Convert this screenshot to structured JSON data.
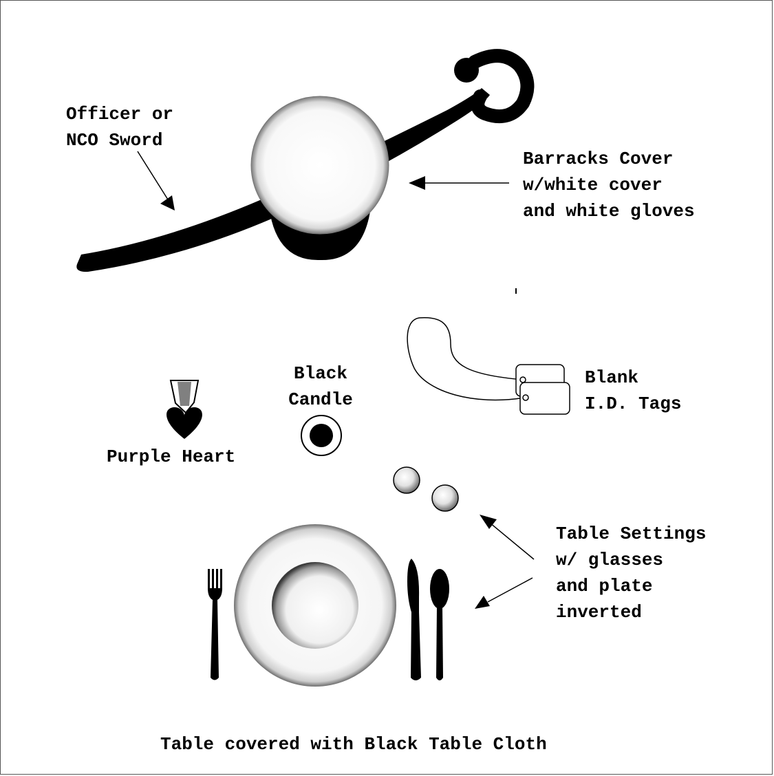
{
  "labels": {
    "sword_line1": "Officer or",
    "sword_line2": "NCO Sword",
    "cover_line1": "Barracks Cover",
    "cover_line2": "w/white cover",
    "cover_line3": "and white gloves",
    "candle_line1": "Black",
    "candle_line2": "Candle",
    "tags_line1": "Blank",
    "tags_line2": "I.D. Tags",
    "heart": "Purple Heart",
    "settings_line1": "Table Settings",
    "settings_line2": "w/ glasses",
    "settings_line3": "and plate",
    "settings_line4": "inverted",
    "footer": "Table covered with Black Table Cloth"
  },
  "colors": {
    "ink": "#000000",
    "ribbon": "#808080",
    "background": "#ffffff"
  },
  "icons": [
    "sword-icon",
    "barracks-cover-icon",
    "purple-heart-icon",
    "candle-icon",
    "id-tags-icon",
    "glasses-icon",
    "plate-icon",
    "fork-icon",
    "knife-icon",
    "spoon-icon"
  ]
}
